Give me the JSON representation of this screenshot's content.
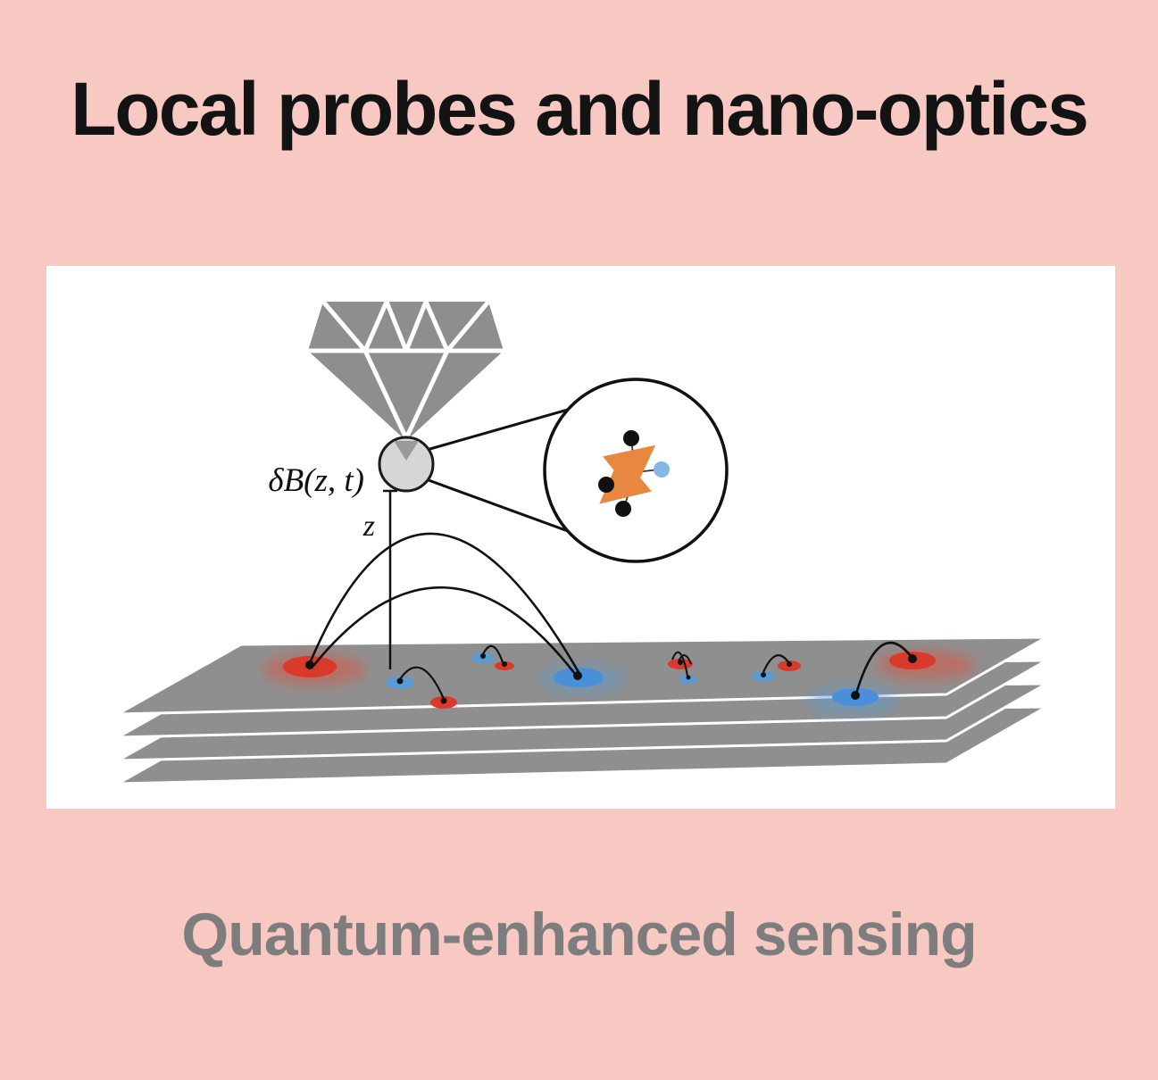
{
  "slide": {
    "title": "Local probes and nano-optics",
    "subtitle": "Quantum-enhanced sensing"
  },
  "figure": {
    "labels": {
      "field": "δB(z, t)",
      "distance": "z"
    },
    "colors": {
      "background": "#f8c9c3",
      "panel": "#ffffff",
      "title_text": "#131313",
      "subtitle_text": "#7d7d7d",
      "diamond_gray": "#8e8e8e",
      "layer_gray": "#8f8f8f",
      "spin_red": "#d93a2b",
      "spin_blue": "#4a90d9",
      "nv_spin_orange": "#e8873f",
      "nitrogen_blue": "#85b7e4",
      "line_black": "#111111"
    },
    "icons": [
      "diamond-probe-icon",
      "nv-tip-circle",
      "zoom-circle",
      "nv-center-structure",
      "spin-arrow-icon",
      "material-layers",
      "spin-red-fluctuator",
      "spin-blue-fluctuator",
      "field-arc"
    ]
  }
}
